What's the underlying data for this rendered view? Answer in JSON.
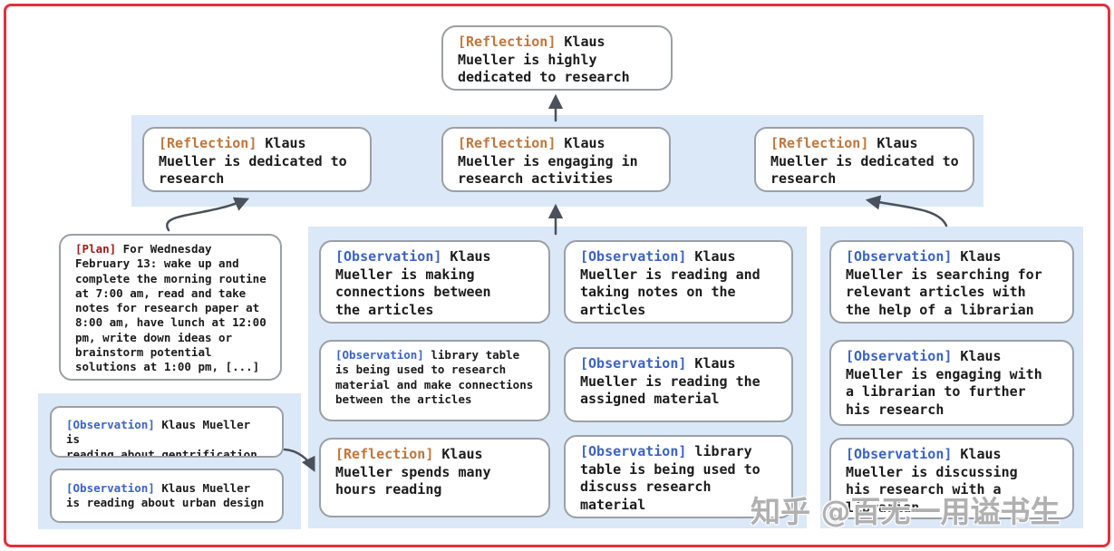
{
  "colors": {
    "frame_red": "#e3303c",
    "panel_blue": "#dbe8f7",
    "card_border_gray": "#9aa0a6",
    "reflection_tag": "#c0763c",
    "observation_tag": "#3b63c5",
    "plan_tag": "#9e1b1b",
    "arrow": "#4a515a"
  },
  "watermark": {
    "text": "知乎 @百无一用谥书生"
  },
  "nodes": {
    "root": {
      "tag": "[Reflection]",
      "text": " Klaus\nMueller is highly\ndedicated to research"
    },
    "reflection_left": {
      "tag": "[Reflection]",
      "text": " Klaus\nMueller is dedicated to\nresearch"
    },
    "reflection_mid": {
      "tag": "[Reflection]",
      "text": " Klaus\nMueller is engaging in\nresearch activities"
    },
    "reflection_right": {
      "tag": "[Reflection]",
      "text": " Klaus\nMueller is dedicated to\nresearch"
    },
    "plan": {
      "tag": "[Plan]",
      "text": " For Wednesday\nFebruary 13: wake up and\ncomplete the morning routine\nat 7:00 am, read and take\nnotes for research paper at\n8:00 am, have lunch at 12:00\npm, write down ideas or\nbrainstorm potential\nsolutions at 1:00 pm, [...]"
    },
    "obs_connections": {
      "tag": "[Observation]",
      "text": " Klaus\nMueller is making\nconnections between\nthe articles"
    },
    "obs_library_research": {
      "tag": "[Observation]",
      "text": " library table\nis being used to research\nmaterial and make connections\nbetween the articles"
    },
    "refl_hours_reading": {
      "tag": "[Reflection]",
      "text": " Klaus\nMueller spends many\nhours reading"
    },
    "obs_reading_notes": {
      "tag": "[Observation]",
      "text": " Klaus\nMueller is reading and\ntaking notes on the\narticles"
    },
    "obs_assigned_material": {
      "tag": "[Observation]",
      "text": " Klaus\nMueller is reading the\nassigned material"
    },
    "obs_library_discuss": {
      "tag": "[Observation]",
      "text": " library\ntable is being used to\ndiscuss research material"
    },
    "obs_searching_articles": {
      "tag": "[Observation]",
      "text": " Klaus\nMueller is searching for\nrelevant articles with\nthe help of a librarian"
    },
    "obs_engaging_librarian": {
      "tag": "[Observation]",
      "text": " Klaus\nMueller is engaging with\na librarian to further\nhis research"
    },
    "obs_discussing_research": {
      "tag": "[Observation]",
      "text": " Klaus\nMueller is discussing\nhis research with a\nlibrarian"
    },
    "obs_gentrification": {
      "tag": "[Observation]",
      "text": " Klaus Mueller is\nreading about gentrification"
    },
    "obs_urban_design": {
      "tag": "[Observation]",
      "text": " Klaus Mueller\nis reading about urban design"
    }
  }
}
